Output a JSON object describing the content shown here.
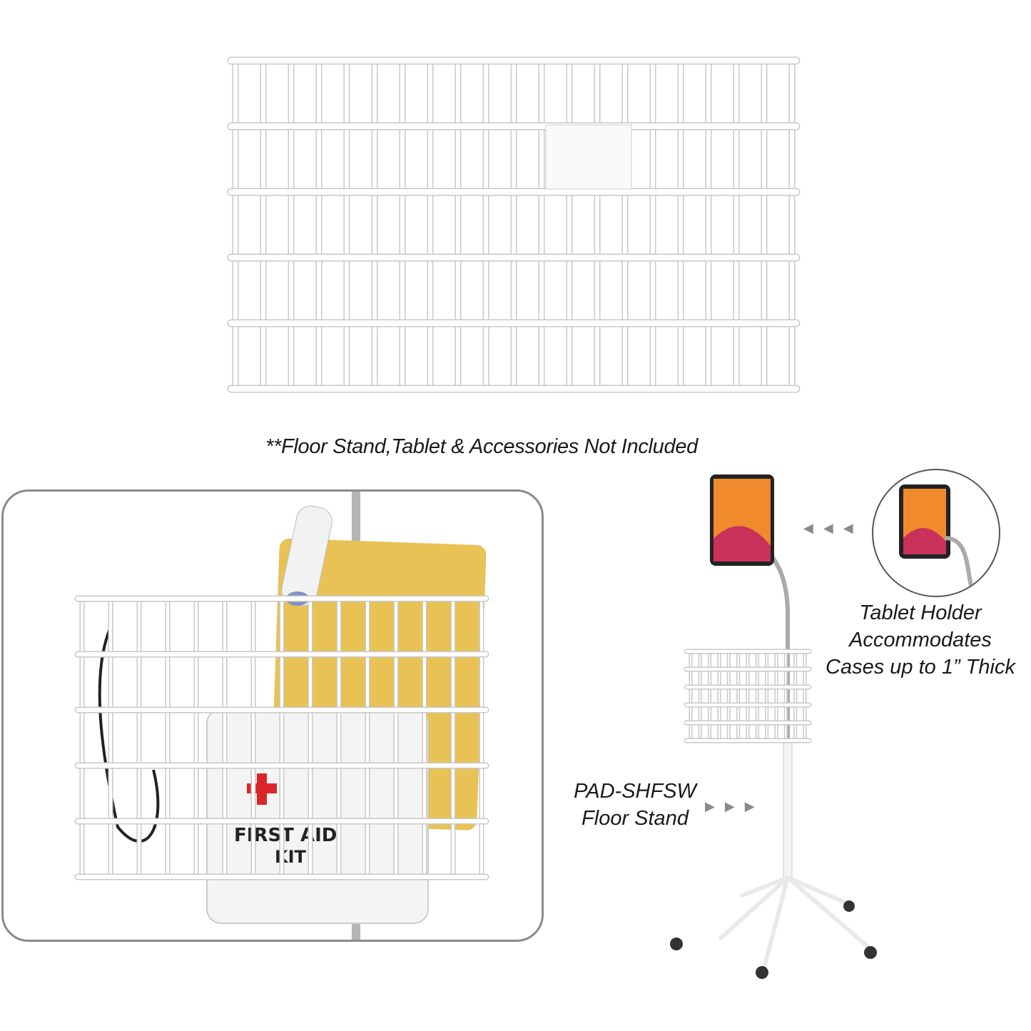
{
  "caption": "**Floor Stand,Tablet & Accessories Not Included",
  "tablet_holder_label": [
    "Tablet Holder",
    "Accommodates",
    "Cases up to 1” Thick"
  ],
  "floor_stand_label": [
    "PAD-SHFSW",
    "Floor Stand"
  ],
  "first_aid_kit_text": [
    "FIRST AID",
    "KIT"
  ],
  "colors": {
    "basket": "#ffffff",
    "basket_outline": "#cfcfcf",
    "board": "#e8c254",
    "cross": "#d9262a",
    "frame": "#8a8a8a",
    "arrow": "#8a8a8a"
  },
  "icons": {
    "arrow_left": "◀",
    "arrow_right": "▶"
  }
}
